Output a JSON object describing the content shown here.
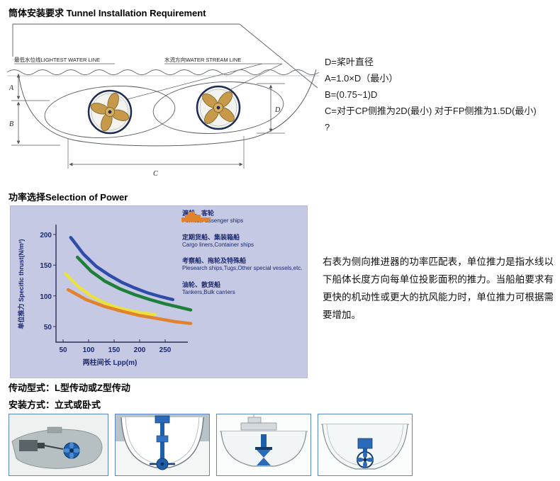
{
  "colors": {
    "accent_blue": "#1d5fa8",
    "image_border": "#5b87c5",
    "chart_bg": "#c6c9e3",
    "chart_text": "#1b2a6e",
    "thruster_gold": "#c79a4b",
    "thruster_ring_navy": "#1d2a52",
    "drawing_line": "#5a5f66"
  },
  "sections": {
    "tunnel_title": "筒体安装要求 Tunnel Installation Requirement",
    "power_title": "功率选择Selection of Power",
    "transmission_line": "传动型式：L型传动或Z型传动",
    "installation_line": "安装方式：立式或卧式"
  },
  "drawing": {
    "waterline_label": "最低水位线LIGHTEST WATER LINE",
    "stream_label": "水流方向WATER STREAM LINE",
    "dims": {
      "a": "A",
      "b": "B",
      "c": "C",
      "d": "D"
    }
  },
  "requirements": {
    "lines": [
      "D=桨叶直径",
      "A=1.0×D（最小）",
      "B=(0.75~1)D",
      "C=对于CP侧推为2D(最小) 对于FP侧推为1.5D(最小)",
      "?"
    ]
  },
  "chart_data": {
    "type": "line",
    "title": "",
    "xlabel": "两柱间长 Lpp(m)",
    "ylabel": "单位推力 Specific thrust(N/m²)",
    "x_ticks": [
      50,
      100,
      150,
      200,
      250
    ],
    "y_ticks": [
      200,
      150,
      100,
      50
    ],
    "xlim": [
      35,
      300
    ],
    "ylim": [
      30,
      215
    ],
    "grid": false,
    "legend_position": "right",
    "series": [
      {
        "name": "渡船、客轮 Ferries,Passenger ships",
        "color": "#2f4da8",
        "x": [
          65,
          90,
          115,
          140,
          165,
          190,
          215,
          240,
          265
        ],
        "y": [
          195,
          168,
          148,
          134,
          122,
          113,
          105,
          99,
          94
        ]
      },
      {
        "name": "定期货船、集装箱船 Cargo liners,Container ships",
        "color": "#1e8038",
        "x": [
          78,
          105,
          132,
          160,
          190,
          220,
          250,
          280,
          300
        ],
        "y": [
          163,
          140,
          124,
          112,
          102,
          94,
          87,
          81,
          77
        ]
      },
      {
        "name": "考察船、拖轮及特殊船 Plesearch ships,Tugs,Other special vessels,etc.",
        "color": "#ece23f",
        "x": [
          55,
          80,
          105,
          130,
          155,
          180,
          205,
          230
        ],
        "y": [
          136,
          115,
          100,
          89,
          81,
          76,
          72,
          70
        ]
      },
      {
        "name": "油轮、散货船 Tankers,Bulk carriers",
        "color": "#e0832c",
        "x": [
          60,
          95,
          130,
          165,
          200,
          235,
          270,
          300
        ],
        "y": [
          110,
          94,
          83,
          75,
          68,
          63,
          58,
          55
        ]
      }
    ],
    "legend": [
      {
        "cn": "渡船、客轮",
        "en": "Ferries,Passenger ships",
        "color": "#2f4da8"
      },
      {
        "cn": "定期货船、集装箱船",
        "en": "Cargo liners,Container ships",
        "color": "#1e8038"
      },
      {
        "cn": "考察船、拖轮及特殊船",
        "en": "Plesearch ships,Tugs,Other special vessels,etc.",
        "color": "#ece23f"
      },
      {
        "cn": "油轮、散货船",
        "en": "Tankers,Bulk carriers",
        "color": "#e0832c"
      }
    ]
  },
  "power_note": "右表为侧向推进器的功率匹配表，单位推力是指水线以下船体长度方向每单位投影面积的推力。当船舶要求有更快的机动性或更大的抗风能力时，单位推力可根据需要增加。"
}
